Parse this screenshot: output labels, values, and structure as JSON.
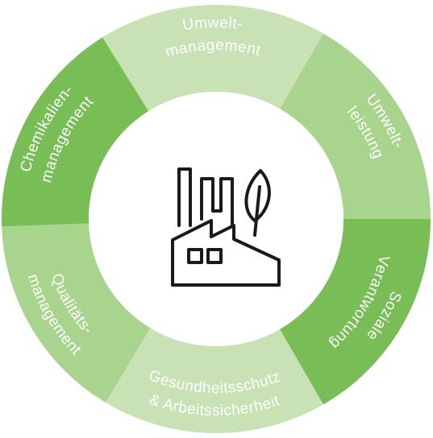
{
  "diagram": {
    "center_icon": "factory-with-leaf-icon",
    "segments": [
      {
        "id": "umweltmanagement",
        "lines": [
          "Umwelt-",
          "management"
        ],
        "color": "#c9e2b5"
      },
      {
        "id": "umweltleistung",
        "lines": [
          "Umwelt-",
          "leistung"
        ],
        "color": "#a9d48e"
      },
      {
        "id": "soziale-verantwortung",
        "lines": [
          "Soziale",
          "Verantwortung"
        ],
        "color": "#78bd56"
      },
      {
        "id": "gesundheitsschutz",
        "lines": [
          "Gesundheitsschutz",
          "& Arbeitssicherheit"
        ],
        "color": "#c9e2b5"
      },
      {
        "id": "qualitaetsmanagement",
        "lines": [
          "Qualitäts-",
          "management"
        ],
        "color": "#a9d48e"
      },
      {
        "id": "chemikalienmanagement",
        "lines": [
          "Chemikalien-",
          "management"
        ],
        "color": "#78bd56"
      }
    ]
  }
}
